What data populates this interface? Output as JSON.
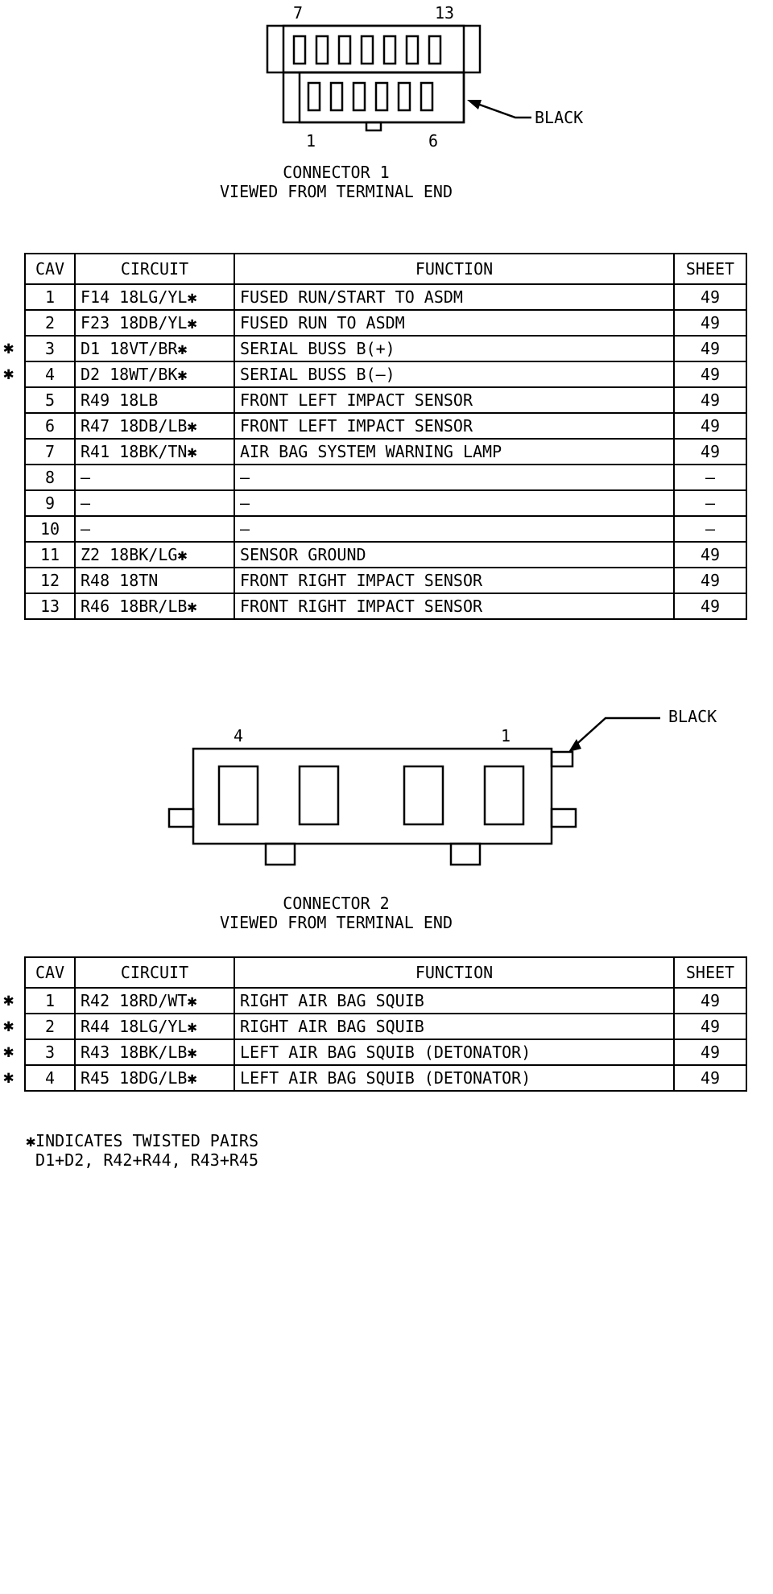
{
  "connector1": {
    "pin_left_top": "7",
    "pin_right_top": "13",
    "pin_left_bottom": "1",
    "pin_right_bottom": "6",
    "color_label": "BLACK",
    "title": "CONNECTOR 1",
    "subtitle": "VIEWED FROM TERMINAL END",
    "headers": {
      "cav": "CAV",
      "circuit": "CIRCUIT",
      "function": "FUNCTION",
      "sheet": "SHEET"
    },
    "rows": [
      {
        "cav": "1",
        "circuit": "F14  18LG/YL✱",
        "function": "FUSED RUN/START TO ASDM",
        "sheet": "49",
        "twisted": ""
      },
      {
        "cav": "2",
        "circuit": "F23  18DB/YL✱",
        "function": "FUSED RUN TO ASDM",
        "sheet": "49",
        "twisted": ""
      },
      {
        "cav": "3",
        "circuit": "D1  18VT/BR✱",
        "function": "SERIAL BUSS B(+)",
        "sheet": "49",
        "twisted": "✱"
      },
      {
        "cav": "4",
        "circuit": "D2  18WT/BK✱",
        "function": "SERIAL BUSS B(—)",
        "sheet": "49",
        "twisted": "✱"
      },
      {
        "cav": "5",
        "circuit": "R49  18LB",
        "function": "FRONT LEFT IMPACT SENSOR",
        "sheet": "49",
        "twisted": ""
      },
      {
        "cav": "6",
        "circuit": "R47  18DB/LB✱",
        "function": "FRONT LEFT IMPACT SENSOR",
        "sheet": "49",
        "twisted": ""
      },
      {
        "cav": "7",
        "circuit": "R41  18BK/TN✱",
        "function": "AIR BAG SYSTEM WARNING LAMP",
        "sheet": "49",
        "twisted": ""
      },
      {
        "cav": "8",
        "circuit": "—",
        "function": "—",
        "sheet": "—",
        "twisted": ""
      },
      {
        "cav": "9",
        "circuit": "—",
        "function": "—",
        "sheet": "—",
        "twisted": ""
      },
      {
        "cav": "10",
        "circuit": "—",
        "function": "—",
        "sheet": "—",
        "twisted": ""
      },
      {
        "cav": "11",
        "circuit": "Z2  18BK/LG✱",
        "function": "SENSOR GROUND",
        "sheet": "49",
        "twisted": ""
      },
      {
        "cav": "12",
        "circuit": "R48  18TN",
        "function": "FRONT RIGHT IMPACT SENSOR",
        "sheet": "49",
        "twisted": ""
      },
      {
        "cav": "13",
        "circuit": "R46  18BR/LB✱",
        "function": "FRONT RIGHT IMPACT SENSOR",
        "sheet": "49",
        "twisted": ""
      }
    ]
  },
  "connector2": {
    "pin_left": "4",
    "pin_right": "1",
    "color_label": "BLACK",
    "title": "CONNECTOR 2",
    "subtitle": "VIEWED FROM TERMINAL END",
    "headers": {
      "cav": "CAV",
      "circuit": "CIRCUIT",
      "function": "FUNCTION",
      "sheet": "SHEET"
    },
    "rows": [
      {
        "cav": "1",
        "circuit": "R42  18RD/WT✱",
        "function": "RIGHT AIR BAG SQUIB",
        "sheet": "49",
        "twisted": "✱"
      },
      {
        "cav": "2",
        "circuit": "R44  18LG/YL✱",
        "function": "RIGHT AIR BAG SQUIB",
        "sheet": "49",
        "twisted": "✱"
      },
      {
        "cav": "3",
        "circuit": "R43  18BK/LB✱",
        "function": "LEFT AIR BAG SQUIB (DETONATOR)",
        "sheet": "49",
        "twisted": "✱"
      },
      {
        "cav": "4",
        "circuit": "R45  18DG/LB✱",
        "function": "LEFT AIR BAG SQUIB (DETONATOR)",
        "sheet": "49",
        "twisted": "✱"
      }
    ]
  },
  "legend": {
    "line1": "✱INDICATES TWISTED PAIRS",
    "line2": " D1+D2, R42+R44, R43+R45"
  }
}
